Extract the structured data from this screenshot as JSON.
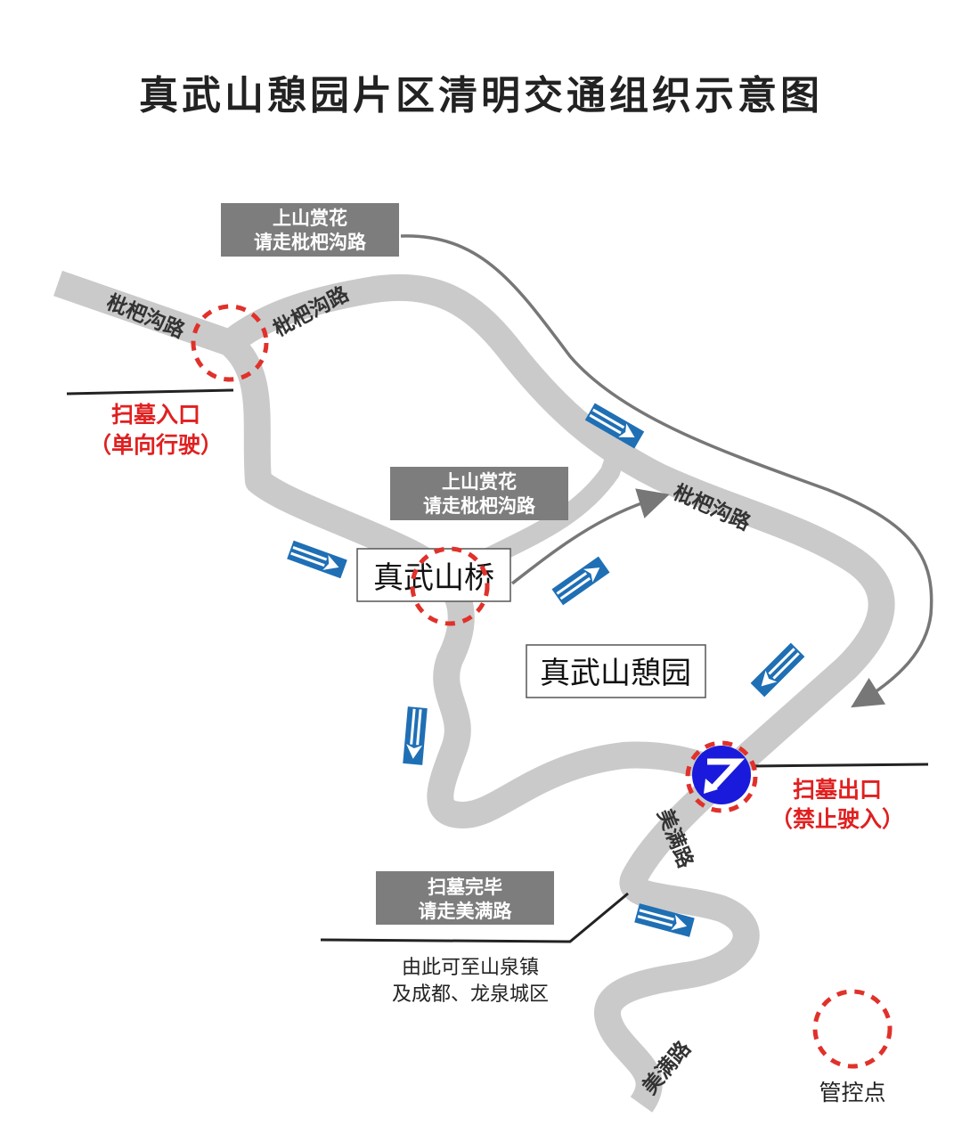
{
  "title": "真武山憩园片区清明交通组织示意图",
  "road_names": {
    "pipa_west": "枇杷沟路",
    "pipa_north": "枇杷沟路",
    "pipa_east": "枇杷沟路",
    "meiman_upper": "美满路",
    "meiman_lower": "美满路"
  },
  "notices": [
    {
      "line1": "上山赏花",
      "line2": "请走枇杷沟路"
    },
    {
      "line1": "上山赏花",
      "line2": "请走枇杷沟路"
    },
    {
      "line1": "扫墓完毕",
      "line2": "请走美满路"
    }
  ],
  "entrance": {
    "line1": "扫墓入口",
    "line2": "（单向行驶）"
  },
  "exit": {
    "line1": "扫墓出口",
    "line2": "（禁止驶入）"
  },
  "places": {
    "bridge": "真武山桥",
    "park": "真武山憩园"
  },
  "destination": {
    "line1": "由此可至山泉镇",
    "line2": "及成都、龙泉城区"
  },
  "legend": {
    "control_point": "管控点"
  },
  "colors": {
    "road": "#cacaca",
    "notice_bg": "#7d7d7d",
    "control_ring": "#e0312a",
    "sign_blue": "#1a1adc",
    "arrow_blue": "#1f6fb5",
    "warning_red": "#e02020"
  }
}
